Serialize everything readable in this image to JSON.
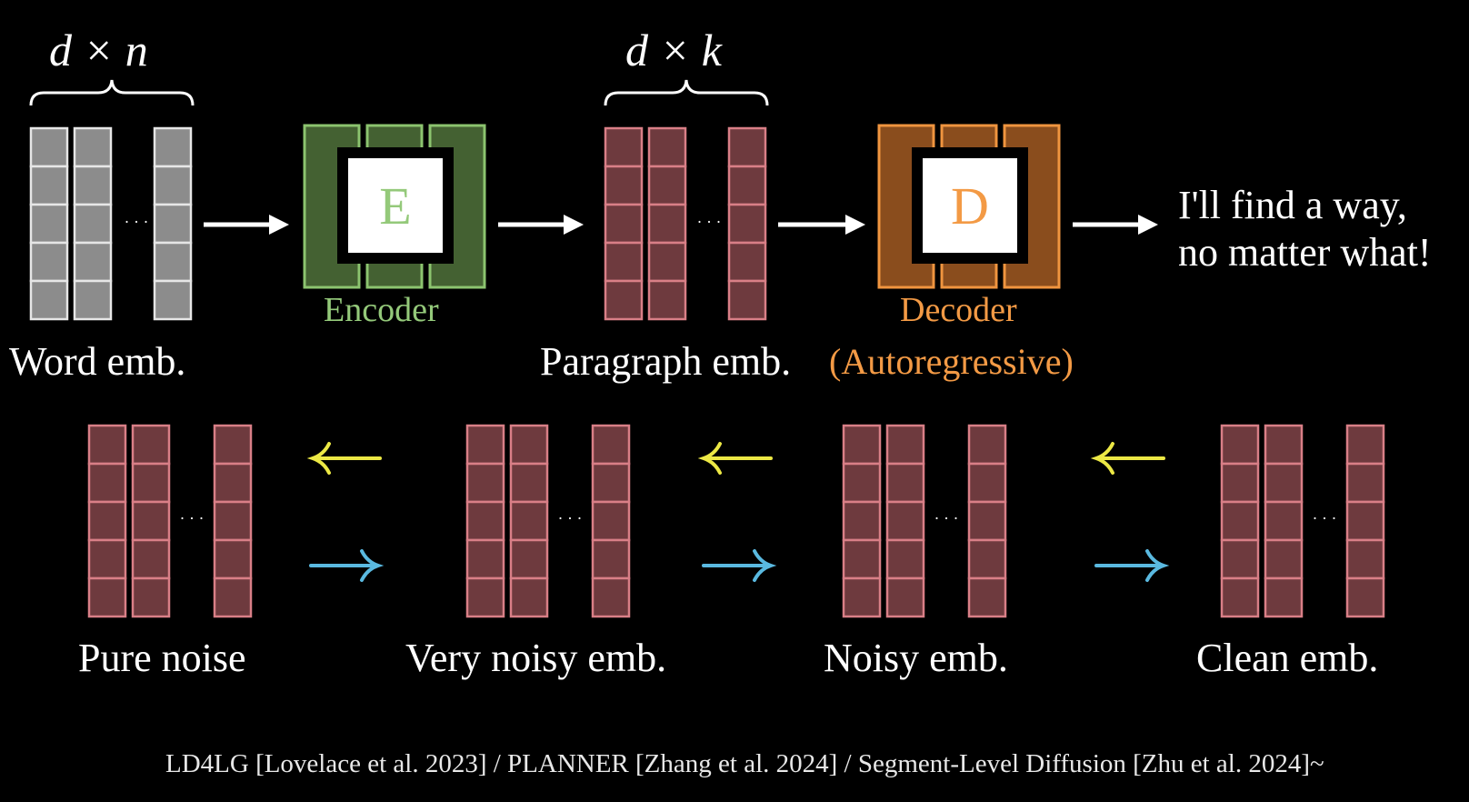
{
  "colors": {
    "background": "#000000",
    "word_cell_fill": "#8c8c8c",
    "word_cell_stroke": "#e6e6e6",
    "emb_cell_fill": "#6e3a3e",
    "emb_cell_stroke": "#d97f87",
    "encoder_fill": "#446132",
    "encoder_stroke": "#8cc46f",
    "encoder_text": "#94c97a",
    "decoder_fill": "#8a4d1d",
    "decoder_stroke": "#f0953f",
    "decoder_text": "#f39a45",
    "arrow_white": "#ffffff",
    "arrow_yellow": "#ece845",
    "arrow_blue": "#5ab9e0"
  },
  "icons": {
    "forward_arrow": "right-arrow-icon",
    "denoise_arrow": "left-arrow-icon",
    "noise_arrow": "right-arrow-icon"
  },
  "top": {
    "word_dims": "d × n",
    "word_label": "Word emb.",
    "ellipsis": "· · ·",
    "encoder_letter": "E",
    "encoder_label": "Encoder",
    "para_dims": "d × k",
    "para_label": "Paragraph emb.",
    "decoder_letter": "D",
    "decoder_label": "Decoder",
    "decoder_note": "(Autoregressive)",
    "output_text": [
      "I'll find a way,",
      "no matter what!"
    ]
  },
  "bottom": {
    "stages": [
      "Pure noise",
      "Very noisy emb.",
      "Noisy emb.",
      "Clean emb."
    ]
  },
  "citation": "LD4LG [Lovelace et al. 2023] / PLANNER [Zhang et al. 2024] / Segment-Level Diffusion [Zhu et al. 2024]~"
}
